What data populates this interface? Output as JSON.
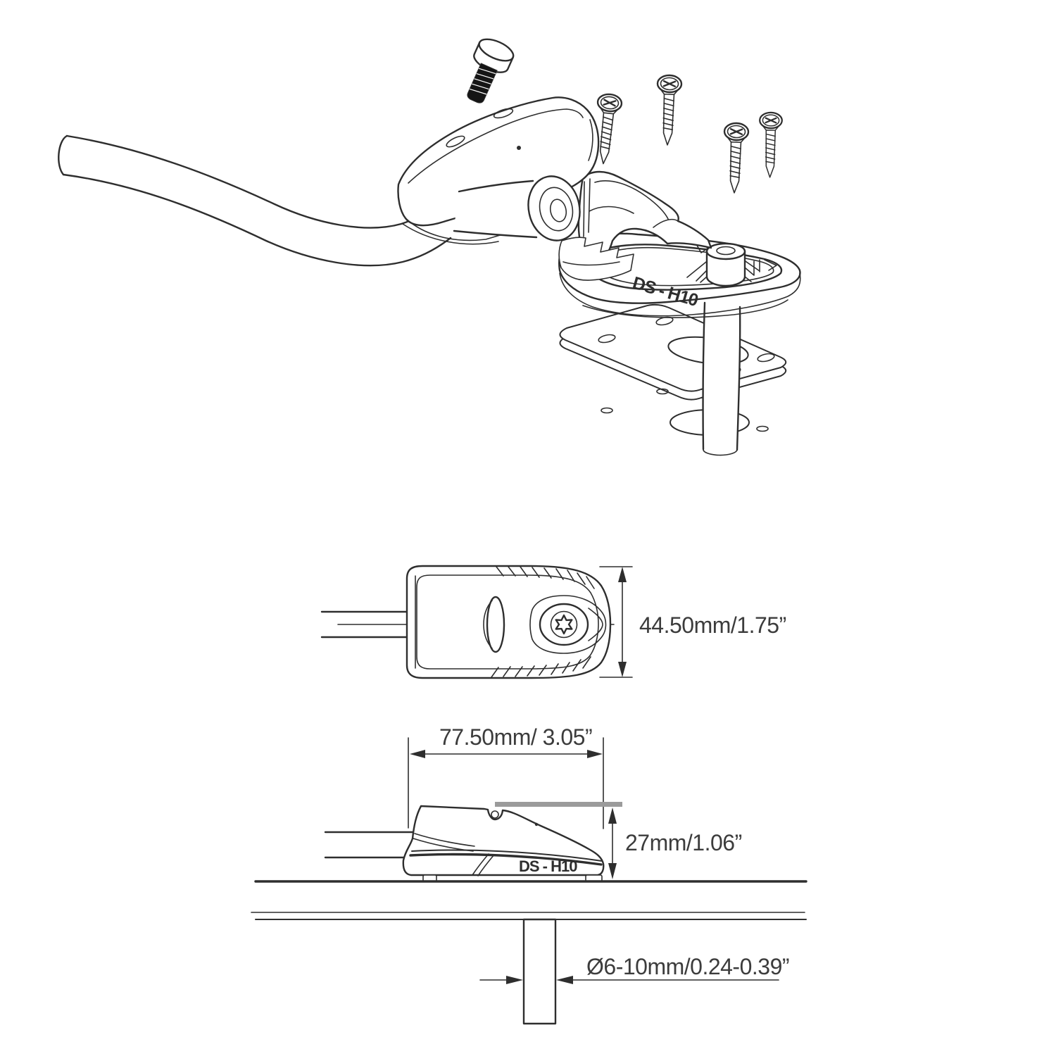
{
  "drawing": {
    "product_model": "DS - H10",
    "exploded_view": {
      "model_label": "DS - H10"
    },
    "top_view": {
      "height_dimension": "44.50mm/1.75”"
    },
    "side_view": {
      "width_dimension": "77.50mm/ 3.05”",
      "height_dimension": "27mm/1.06”",
      "model_label": "DS - H10",
      "drill_hole_dimension": "Ø6-10mm/0.24-0.39”"
    },
    "colors": {
      "line": "#2e2e2e",
      "dimension_text": "#3c3c3c",
      "reference_bar": "#9b9b9b",
      "bolt_fill": "#151515",
      "background": "#ffffff"
    }
  }
}
